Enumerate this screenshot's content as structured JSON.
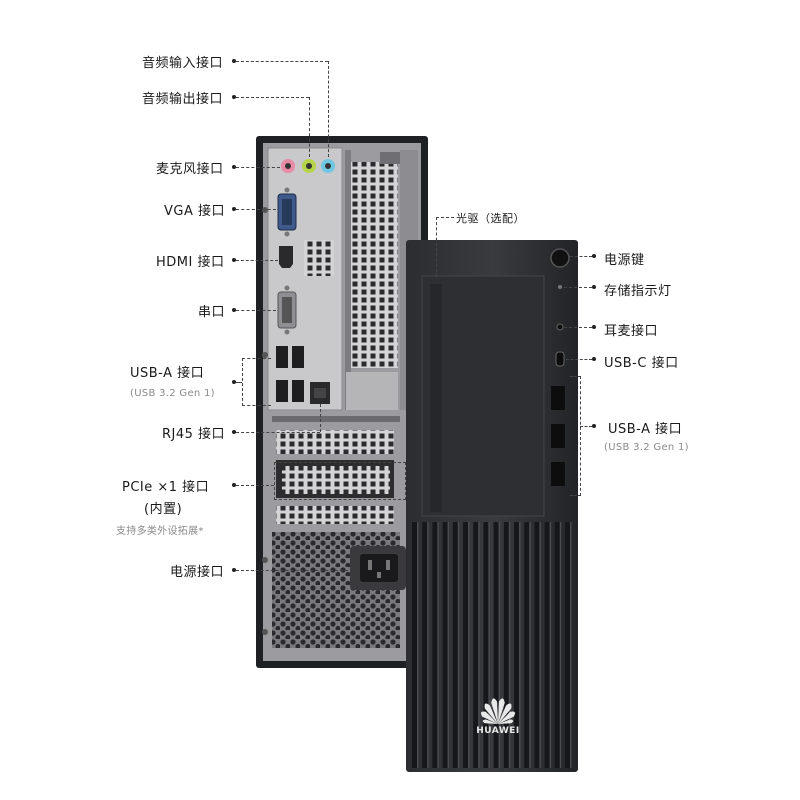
{
  "rear_labels": {
    "audio_in": "音频输入接口",
    "audio_out": "音频输出接口",
    "mic": "麦克风接口",
    "vga": "VGA 接口",
    "hdmi": "HDMI 接口",
    "serial": "串口",
    "usb_a": "USB-A 接口",
    "usb_a_sub": "(USB 3.2 Gen 1)",
    "rj45": "RJ45 接口",
    "pcie_line1": "PCIe ×1 接口",
    "pcie_line2": "(内置)",
    "pcie_note": "支持多类外设拓展*",
    "power_port": "电源接口"
  },
  "front_labels": {
    "optical": "光驱（选配）",
    "power_button": "电源键",
    "storage_led": "存储指示灯",
    "headset": "耳麦接口",
    "usb_c": "USB-C 接口",
    "usb_a": "USB-A 接口",
    "usb_a_sub": "(USB 3.2 Gen 1)"
  },
  "brand": "HUAWEI",
  "colors": {
    "background": "#ffffff",
    "chassis_front": "#2a2b2e",
    "chassis_rear_frame": "#1f2023",
    "io_panel": "#c9c9cb",
    "audio_pink": "#e889a6",
    "audio_green": "#b6d44a",
    "audio_blue": "#6fc7e3",
    "vga_blue": "#3f5a8a"
  }
}
